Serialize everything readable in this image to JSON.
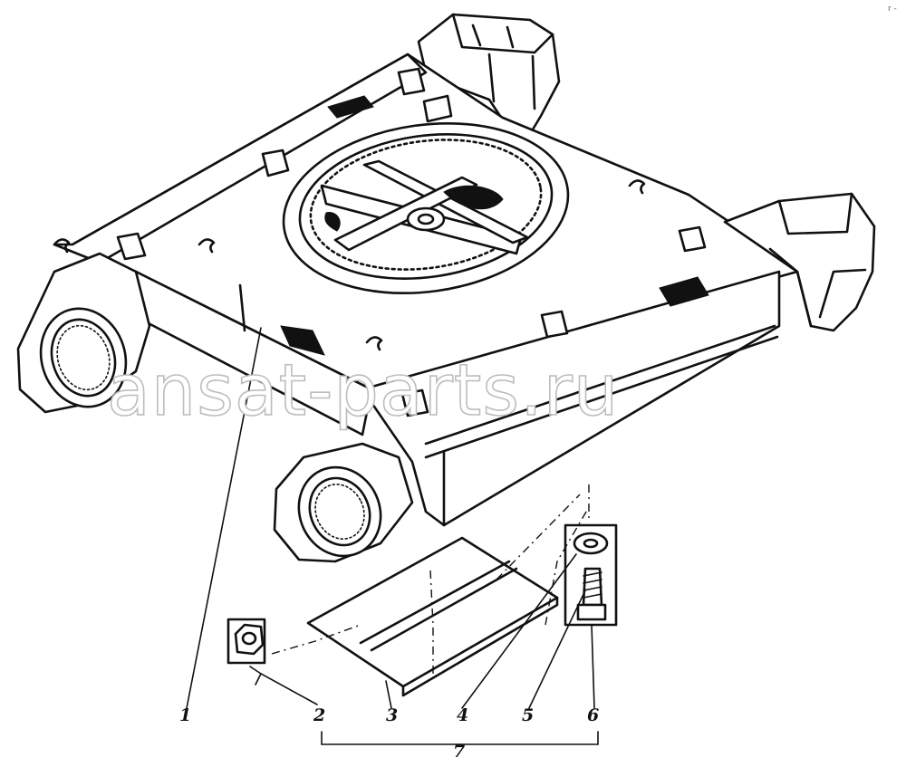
{
  "watermark": "ansat-parts.ru",
  "corner_mark": "r -",
  "callouts": [
    {
      "id": "1",
      "label": "1"
    },
    {
      "id": "2",
      "label": "2"
    },
    {
      "id": "3",
      "label": "3"
    },
    {
      "id": "4",
      "label": "4"
    },
    {
      "id": "5",
      "label": "5"
    },
    {
      "id": "6",
      "label": "6"
    },
    {
      "id": "7",
      "label": "7"
    }
  ]
}
